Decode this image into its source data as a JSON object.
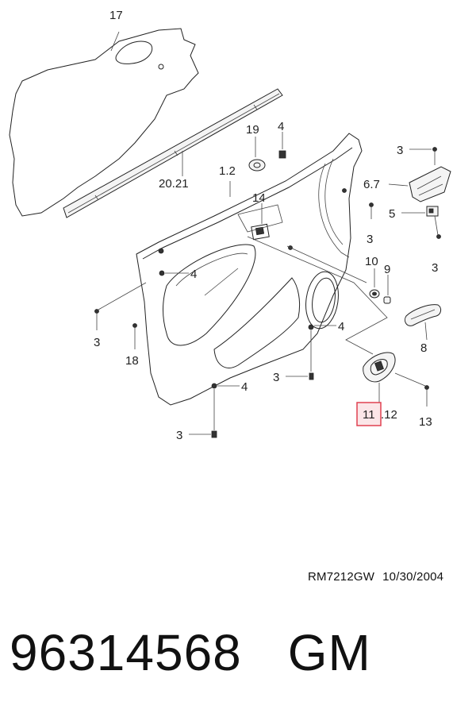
{
  "callouts": {
    "c17": "17",
    "c19": "19",
    "c4a": "4",
    "c3a": "3",
    "c67": "6.7",
    "c5": "5",
    "c3b": "3",
    "c3c": "3",
    "c2021": "20.21",
    "c12": "1.2",
    "c14": "14",
    "c10": "10",
    "c9": "9",
    "c4b": "4",
    "c8": "8",
    "c3d": "3",
    "c18": "18",
    "c4c": "4",
    "c3e": "3",
    "c4d": "4",
    "c13": "13",
    "c3f": "3",
    "c11": "11",
    "c12b": ".12"
  },
  "highlight": {
    "color": "#e04050",
    "fill": "#fbe6e8"
  },
  "footer": {
    "ref_code": "RM7212GW",
    "ref_date": "10/30/2004",
    "part_number": "96314568",
    "brand": "GM"
  }
}
